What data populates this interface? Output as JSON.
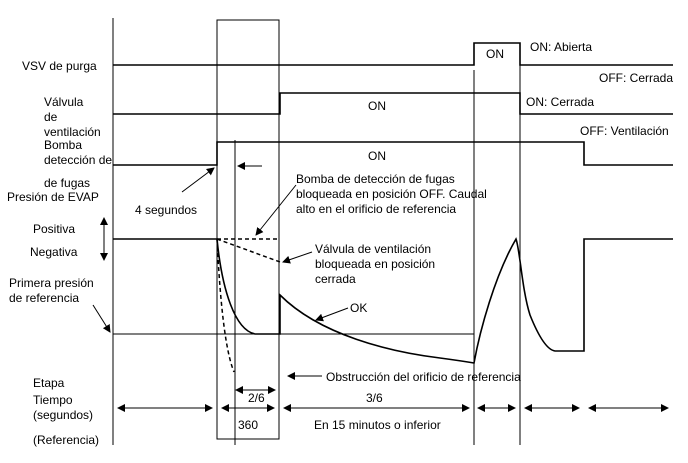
{
  "labels": {
    "vsv": "VSV de purga",
    "valve_l1": "Válvula",
    "valve_l2": "de",
    "valve_l3": "ventilación",
    "pump_l1": "Bomba",
    "pump_l2": "detección de",
    "pump_l3": "de fugas",
    "evap": "Presión de EVAP",
    "positive": "Positiva",
    "negative": "Negativa",
    "ref_l1": "Primera presión",
    "ref_l2": "de referencia",
    "stage": "Etapa",
    "time_l1": "Tiempo",
    "time_l2": "(segundos)",
    "reference": "(Referencia)"
  },
  "states": {
    "vsv_open": "ON: Abierta",
    "vsv_closed": "OFF: Cerrada",
    "valve_closed": "ON: Cerrada",
    "valve_vent": "OFF: Ventilación",
    "on": "ON"
  },
  "annotations": {
    "four_sec": "4 segundos",
    "pump_off_l1": "Bomba de detección de fugas",
    "pump_off_l2": "bloqueada en posición OFF. Caudal",
    "pump_off_l3": "alto en el orificio de referencia",
    "valve_stuck_l1": "Válvula de ventilación",
    "valve_stuck_l2": "bloqueada en posición",
    "valve_stuck_l3": "cerrada",
    "ok": "OK",
    "obstruction": "Obstrucción del orificio de referencia"
  },
  "timeline": {
    "stage_a": "2/6",
    "stage_b": "3/6",
    "seconds": "360",
    "duration": "En 15 minutos o inferior"
  }
}
